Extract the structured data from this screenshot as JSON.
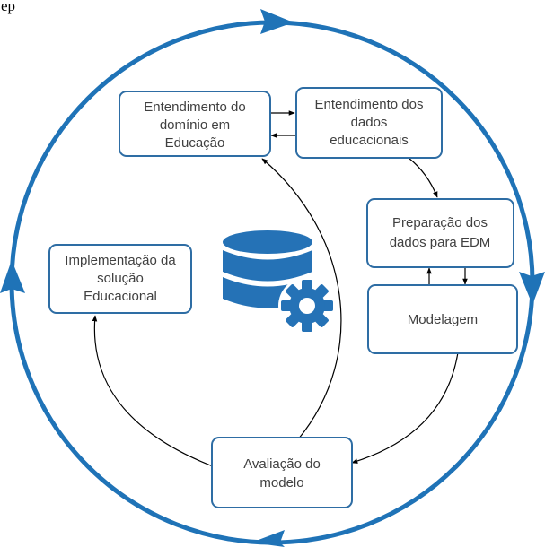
{
  "top_text": "ep",
  "colors": {
    "cycle": "#1f73b7",
    "box_border": "#2e6da4",
    "text": "#404040",
    "arrow": "#000000",
    "icon": "#2572b6"
  },
  "center_icon": "database-gear-icon",
  "nodes": {
    "dominio": {
      "lines": [
        "Entendimento do",
        "domínio em",
        "Educação"
      ]
    },
    "dados": {
      "lines": [
        "Entendimento dos",
        "dados",
        "educacionais"
      ]
    },
    "preparacao": {
      "lines": [
        "Preparação dos",
        "dados para EDM"
      ]
    },
    "modelagem": {
      "lines": [
        "Modelagem"
      ]
    },
    "avaliacao": {
      "lines": [
        "Avaliação do",
        "modelo"
      ]
    },
    "implementacao": {
      "lines": [
        "Implementação da",
        "solução",
        "Educacional"
      ]
    }
  }
}
